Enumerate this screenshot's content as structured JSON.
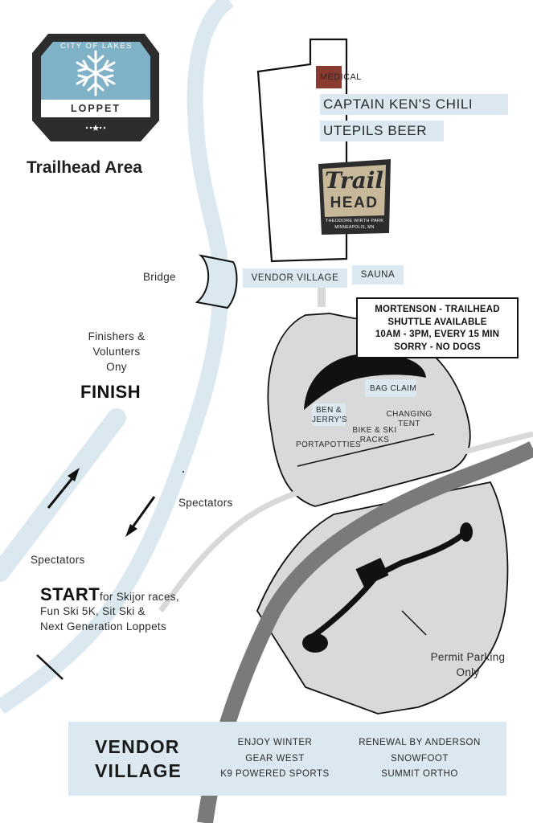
{
  "header": {
    "logo": {
      "top_text": "CITY OF LAKES",
      "bottom_text": "LOPPET",
      "icon": "snowflake-icon"
    },
    "title": "Trailhead Area"
  },
  "building": {
    "medical": "MEDICAL",
    "chili": "CAPTAIN KEN'S CHILI",
    "beer": "UTEPILS BEER",
    "trailhead_logo": {
      "line1": "Trail",
      "line2": "HEAD",
      "sub1": "THEODORE WIRTH PARK",
      "sub2": "MINNEAPOLIS, MN"
    }
  },
  "labels": {
    "bridge": "Bridge",
    "vendor_village_band": "VENDOR VILLAGE",
    "sauna": "SAUNA",
    "finishers_line1": "Finishers &",
    "finishers_line2": "Volunters",
    "finishers_line3": "Ony",
    "finish": "FINISH",
    "spectators_right": "Spectators",
    "spectators_left": "Spectators",
    "start_big": "START",
    "start_line1": "for Skijor races,",
    "start_line2": "Fun Ski 5K, Sit Ski &",
    "start_line3": "Next Generation Loppets",
    "permit_line1": "Permit Parking",
    "permit_line2": "Only"
  },
  "shuttle": {
    "line1": "MORTENSON - TRAILHEAD",
    "line2": "SHUTTLE AVAILABLE",
    "line3": "10AM - 3PM, EVERY 15 MIN",
    "line4": "SORRY - NO DOGS"
  },
  "plaza": {
    "bag_claim": "BAG CLAIM",
    "ben_line1": "BEN &",
    "ben_line2": "JERRY'S",
    "changing_line1": "CHANGING",
    "changing_line2": "TENT",
    "bike_line1": "BIKE & SKI",
    "bike_line2": "RACKS",
    "portapotties": "PORTAPOTTIES"
  },
  "vendor_village": {
    "title_line1": "VENDOR",
    "title_line2": "VILLAGE",
    "col1": [
      "ENJOY WINTER",
      "GEAR WEST",
      "K9 POWERED SPORTS"
    ],
    "col2": [
      "RENEWAL BY ANDERSON",
      "SNOWFOOT",
      "SUMMIT ORTHO"
    ]
  },
  "colors": {
    "trail": "#dbe8f0",
    "medical": "#8b3a2f",
    "plaza": "#d9d9d9",
    "road": "#7a7a7a",
    "logo_blue": "#7fb2c6",
    "logo_dark": "#2d2d2d",
    "trailhead_tan": "#c8b89a"
  }
}
